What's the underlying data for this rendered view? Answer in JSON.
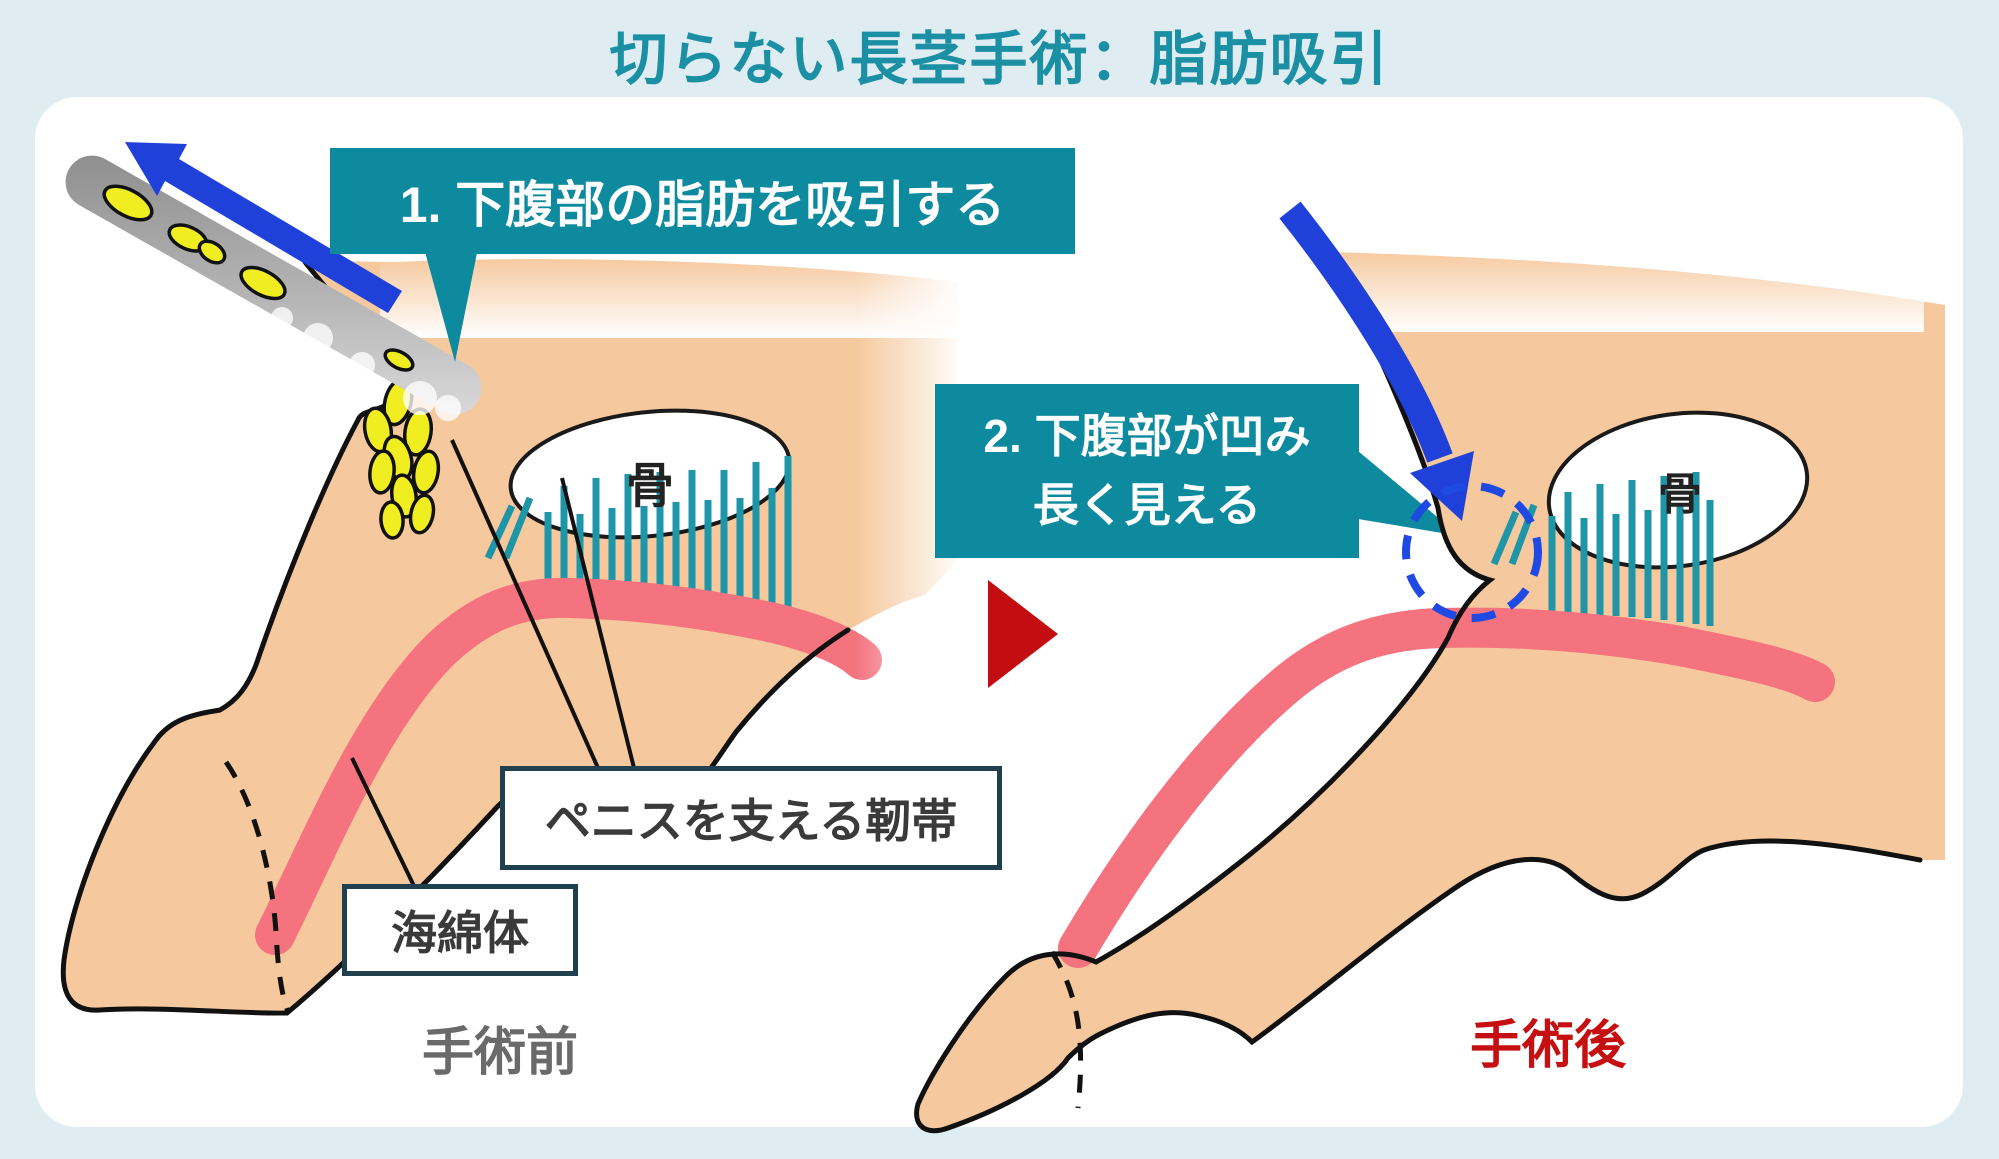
{
  "title": "切らない長茎手術：脂肪吸引",
  "callouts": {
    "step1": "1. 下腹部の脂肪を吸引する",
    "step2_line1": "2. 下腹部が凹み",
    "step2_line2": "長く見える"
  },
  "annotations": {
    "ligament": "ペニスを支える靭帯",
    "corpus": "海綿体"
  },
  "panels": {
    "before": {
      "caption": "手術前",
      "bone_label": "骨"
    },
    "after": {
      "caption": "手術後",
      "bone_label": "骨"
    }
  },
  "colors": {
    "background": "#dfecf2",
    "panel": "#ffffff",
    "title_teal": "#1b8fa4",
    "callout_teal": "#0e8a9e",
    "skin": "#f6c89d",
    "corpus_pink": "#f4737f",
    "fat_yellow": "#f0ee21",
    "arrow_blue": "#1f41d9",
    "dashed_circle_blue": "#1e49e2",
    "transition_red": "#c40d10",
    "after_caption_red": "#c50f10",
    "before_caption_gray": "#6a6a6a",
    "ligament_teal": "#1f96a8",
    "label_border": "#20404f"
  }
}
